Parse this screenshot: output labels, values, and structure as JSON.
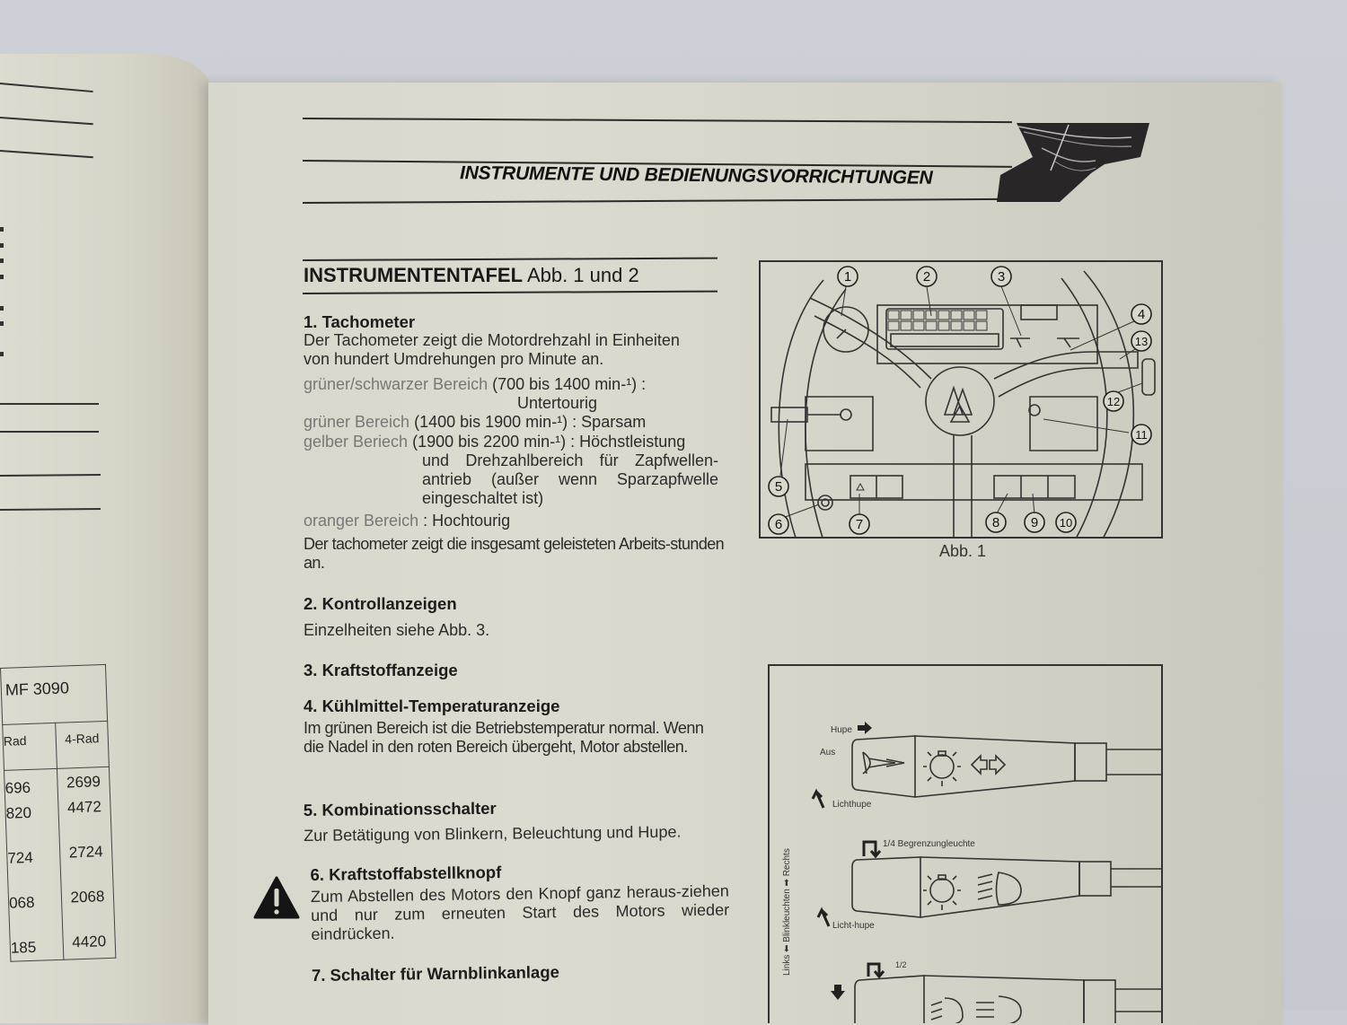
{
  "left_page": {
    "table": {
      "title": "MF 3090",
      "columns": [
        "Rad",
        "4-Rad"
      ],
      "rows": [
        [
          "696",
          "2699"
        ],
        [
          "820",
          "4472"
        ],
        [
          "724",
          "2724"
        ],
        [
          "068",
          "2068"
        ],
        [
          "185",
          "4420"
        ]
      ]
    }
  },
  "header": {
    "title": "INSTRUMENTE UND BEDIENUNGSVORRICHTUNGEN",
    "icon": "hand-holding-book-icon"
  },
  "section": {
    "title_bold": "INSTRUMENTENTAFEL",
    "title_rest": "Abb. 1 und 2"
  },
  "items": [
    {
      "heading": "1. Tachometer",
      "lines": [
        "Der Tachometer zeigt die Motordrehzahl in Einheiten",
        "von hundert Umdrehungen pro Minute an."
      ],
      "ranges": [
        {
          "label": "grüner/schwarzer Bereich",
          "value": "(700 bis 1400 min-¹) :",
          "desc": "Untertourig"
        },
        {
          "label": "grüner Bereich",
          "value": "(1400 bis 1900 min-¹) : Sparsam"
        },
        {
          "label": "gelber Beriech",
          "value": "(1900 bis 2200 min-¹) : Höchstleistung",
          "desc": "und Drehzahlbereich für Zapfwellen-antrieb (außer wenn Sparzapfwelle eingeschaltet ist)"
        },
        {
          "label": "oranger Bereich",
          "value": ": Hochtourig"
        }
      ],
      "note": "Der tachometer zeigt die insgesamt geleisteten Arbeits-stunden an."
    },
    {
      "heading": "2. Kontrollanzeigen",
      "text": "Einzelheiten siehe Abb. 3."
    },
    {
      "heading": "3. Kraftstoffanzeige"
    },
    {
      "heading": "4. Kühlmittel-Temperaturanzeige",
      "text": "Im grünen Bereich ist die Betriebstemperatur normal. Wenn die Nadel in den roten Bereich übergeht, Motor abstellen."
    },
    {
      "heading": "5. Kombinationsschalter",
      "text": "Zur Betätigung von Blinkern, Beleuchtung und Hupe."
    },
    {
      "heading": "6. Kraftstoffabstellknopf",
      "text": "Zum Abstellen des Motors den Knopf ganz heraus-ziehen und nur zum erneuten Start des Motors wieder eindrücken.",
      "icon": "warning-triangle-icon"
    },
    {
      "heading": "7. Schalter für Warnblinkanlage"
    }
  ],
  "figure1": {
    "caption": "Abb. 1",
    "callouts": [
      "1",
      "2",
      "3",
      "4",
      "5",
      "6",
      "7",
      "8",
      "9",
      "10",
      "11",
      "12",
      "13"
    ]
  },
  "figure2": {
    "side_label": "Links ⬅ Blinkleuchten ➡ Rechts",
    "lever1": {
      "hupe": "Hupe",
      "aus": "Aus",
      "lichthupe": "Lichthupe"
    },
    "lever2": {
      "top": "1/4 Begrenzungleuchte",
      "bottom": "Licht-hupe"
    },
    "lever3": {
      "top": "1/2"
    }
  }
}
